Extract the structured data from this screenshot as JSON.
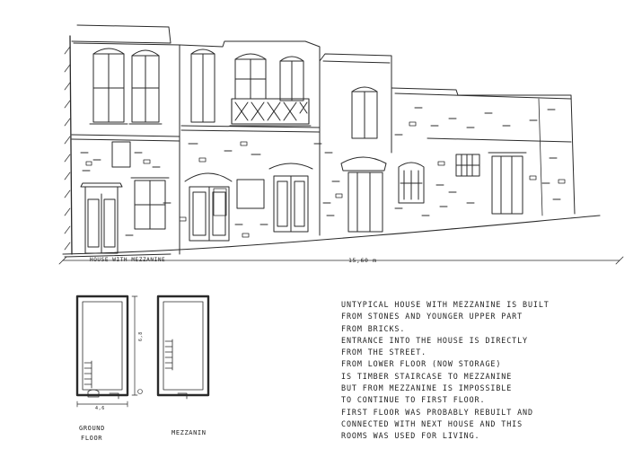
{
  "elevation": {
    "caption": "HOUSE WITH MEZZANINE",
    "dimension": "15,60 m"
  },
  "plans": {
    "ground_label_1": "GROUND",
    "ground_label_2": "FLOOR",
    "mezzanine_label": "MEZZANIN",
    "width_dim": "4,6",
    "depth_dim": "6,8"
  },
  "notes": [
    "UNTYPICAL HOUSE WITH MEZZANINE IS BUILT",
    "FROM STONES AND YOUNGER UPPER PART",
    "FROM BRICKS.",
    "ENTRANCE INTO THE HOUSE IS DIRECTLY",
    "FROM THE STREET.",
    "FROM LOWER FLOOR (NOW STORAGE)",
    "IS TIMBER STAIRCASE TO MEZZANINE",
    "BUT FROM MEZZANINE IS IMPOSSIBLE",
    "TO CONTINUE TO FIRST FLOOR.",
    "FIRST FLOOR WAS PROBABLY REBUILT AND",
    "CONNECTED WITH NEXT HOUSE AND THIS",
    "ROOMS WAS USED FOR LIVING."
  ]
}
